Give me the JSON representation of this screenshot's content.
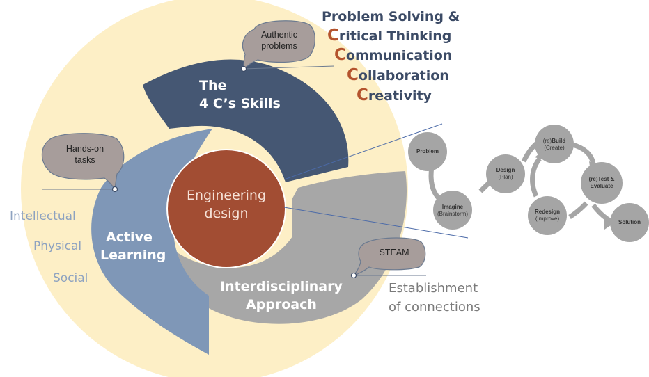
{
  "colors": {
    "outer_background": "#fdefc6",
    "skills_ring": "#455773",
    "active_learning_ring": "#7f97b7",
    "interdisciplinary_ring": "#a7a7a7",
    "engineering_design": "#a24d33",
    "callout_fill": "#a79d9b",
    "capital_letter_accent": "#b4532d",
    "process_node": "#a5a5a5"
  },
  "rings": {
    "skills": [
      "The",
      "4 C’s Skills"
    ],
    "active_learning": [
      "Active",
      "Learning"
    ],
    "interdisciplinary": [
      "Interdisciplinary",
      "Approach"
    ],
    "core": [
      "Engineering",
      "design"
    ]
  },
  "callouts": {
    "authentic_problems": [
      "Authentic",
      "problems"
    ],
    "hands_on_tasks": [
      "Hands-on",
      "tasks"
    ],
    "steam": [
      "STEAM"
    ]
  },
  "skills_list": [
    {
      "cap": "",
      "rest": "Problem Solving &"
    },
    {
      "cap": "C",
      "rest": "ritical Thinking"
    },
    {
      "cap": "C",
      "rest": "ommunication"
    },
    {
      "cap": "C",
      "rest": "ollaboration"
    },
    {
      "cap": "C",
      "rest": "reativity"
    }
  ],
  "learning_domains": [
    "Intellectual",
    "Physical",
    "Social"
  ],
  "connections": [
    "Establishment",
    "of connections"
  ],
  "process": {
    "problem": {
      "label": "Problem",
      "sub": ""
    },
    "imagine": {
      "label": "Imagine",
      "sub": "(Brainstorm)"
    },
    "design": {
      "label": "Design",
      "sub": "(Plan)"
    },
    "build": {
      "prefix": "(re)",
      "label": "Build",
      "sub": "(Create)"
    },
    "test": {
      "label": "(re)Test &",
      "sub": "Evaluate"
    },
    "redesign": {
      "label": "Redesign",
      "sub": "(Improve)"
    },
    "solution": {
      "label": "Solution",
      "sub": ""
    }
  }
}
